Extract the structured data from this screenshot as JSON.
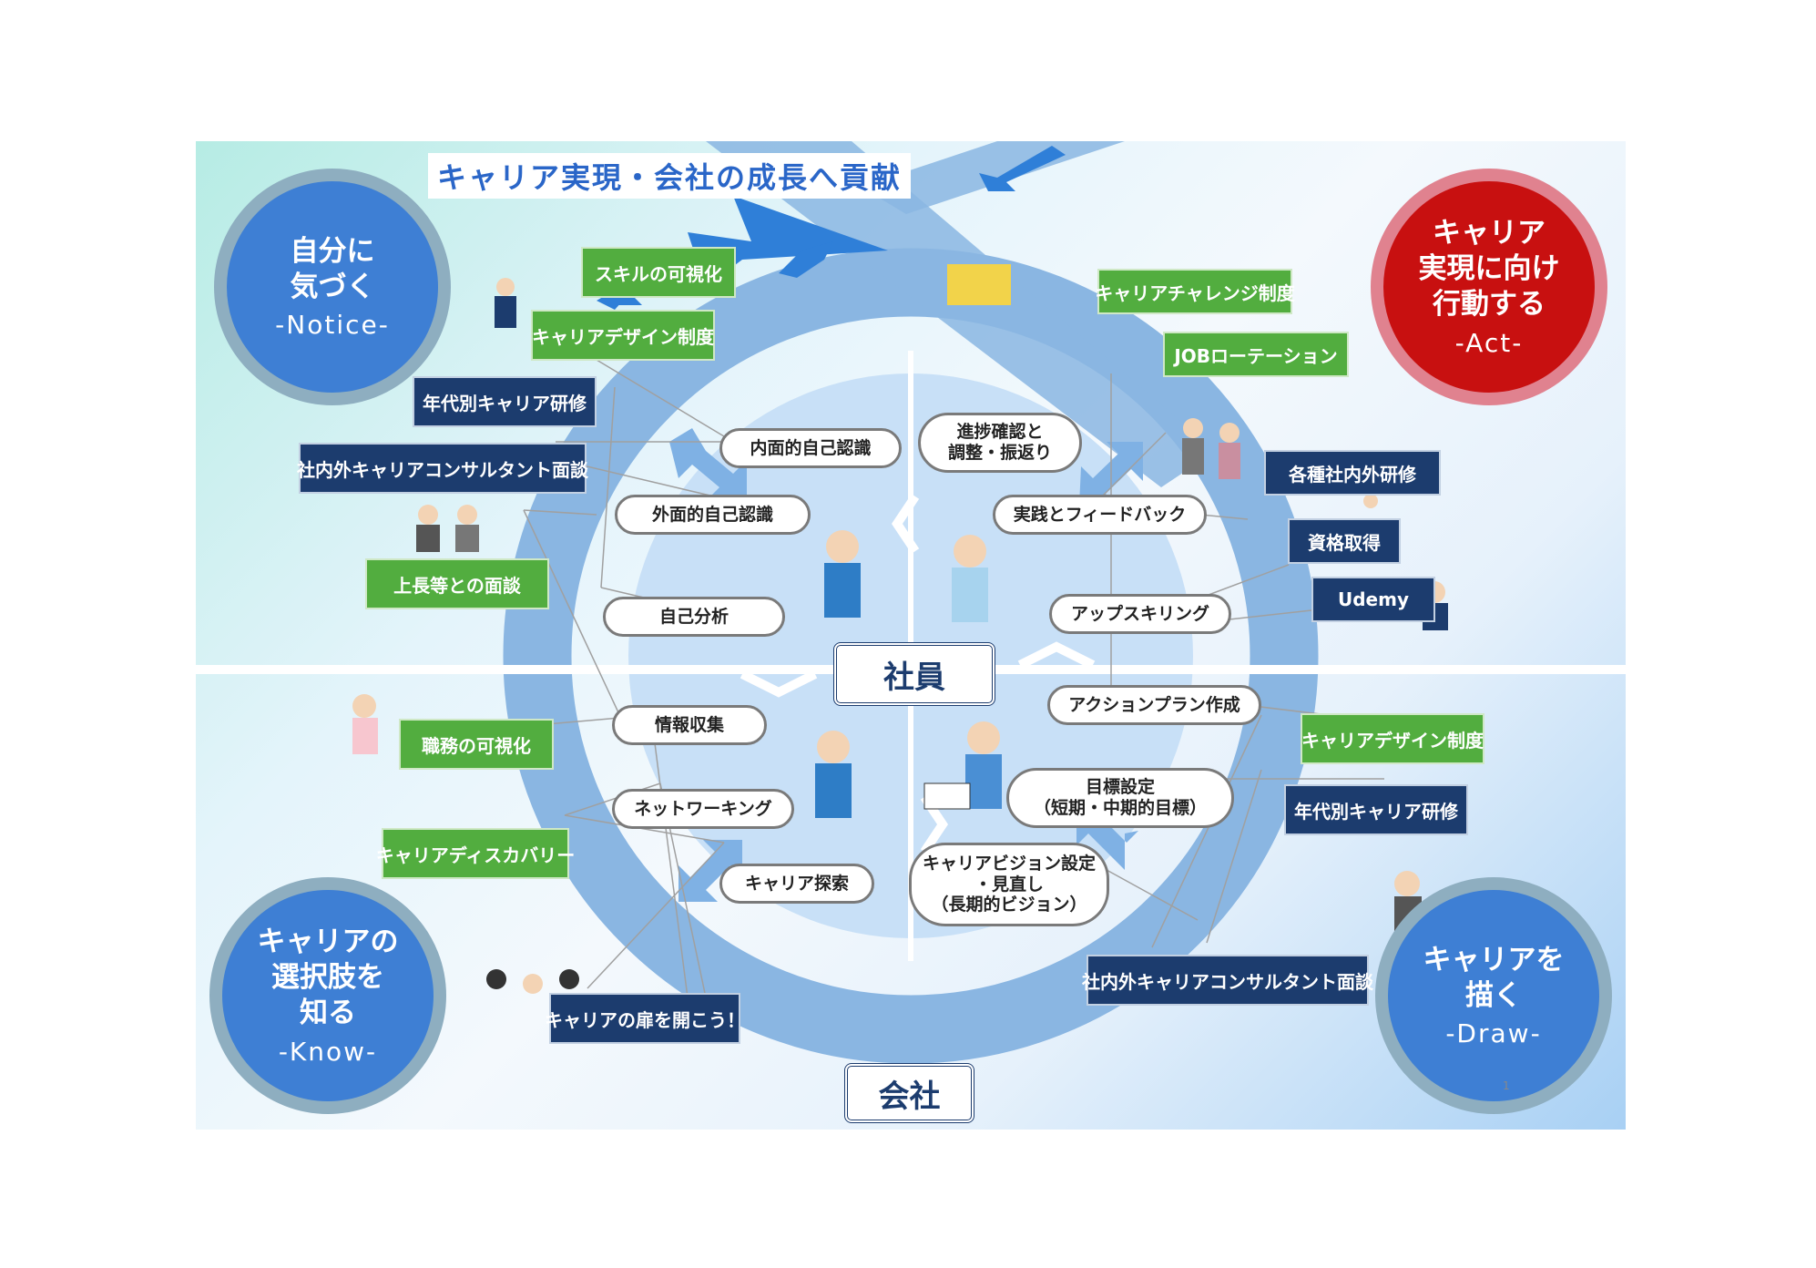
{
  "banner": "キャリア実現・会社の成長へ貢献",
  "center_labels": {
    "employee": "社員",
    "company": "会社"
  },
  "circles": {
    "notice": {
      "title_1": "自分に",
      "title_2": "気づく",
      "sub": "-Notice-"
    },
    "act": {
      "title_1": "キャリア",
      "title_2": "実現に向け",
      "title_3": "行動する",
      "sub": "-Act-"
    },
    "know": {
      "title_1": "キャリアの",
      "title_2": "選択肢を",
      "title_3": "知る",
      "sub": "-Know-"
    },
    "draw": {
      "title_1": "キャリアを",
      "title_2": "描く",
      "sub": "-Draw-"
    }
  },
  "boxes": {
    "skill_visualization": "スキルの可視化",
    "career_design_1": "キャリアデザイン制度",
    "age_training_1": "年代別キャリア研修",
    "consultant_1": "社内外キャリアコンサルタント面談",
    "supervisor_interview": "上長等との面談",
    "career_challenge": "キャリアチャレンジ制度",
    "job_rotation": "JOBローテーション",
    "various_training": "各種社内外研修",
    "qualification": "資格取得",
    "udemy": "Udemy",
    "job_visualization": "職務の可視化",
    "career_discovery": "キャリアディスカバリー",
    "open_door": "キャリアの扉を開こう！",
    "career_design_2": "キャリアデザイン制度",
    "age_training_2": "年代別キャリア研修",
    "consultant_2": "社内外キャリアコンサルタント面談"
  },
  "pills": {
    "inner_awareness": "内面的自己認識",
    "outer_awareness": "外面的自己認識",
    "self_analysis": "自己分析",
    "progress_1": "進捗確認と",
    "progress_2": "調整・振返り",
    "practice_feedback": "実践とフィードバック",
    "upskilling": "アップスキリング",
    "info_gathering": "情報収集",
    "networking": "ネットワーキング",
    "career_explore": "キャリア探索",
    "action_plan": "アクションプラン作成",
    "goal_1": "目標設定",
    "goal_2": "（短期・中期的目標）",
    "vision_1": "キャリアビジョン設定",
    "vision_2": "・見直し",
    "vision_3": "（長期的ビジョン）"
  },
  "page_number": "1",
  "colors": {
    "green": "#52ad3f",
    "navy": "#1c3c6e",
    "blue": "#3e7fd4",
    "red": "#c81010",
    "ring": "#8ab6e2"
  }
}
